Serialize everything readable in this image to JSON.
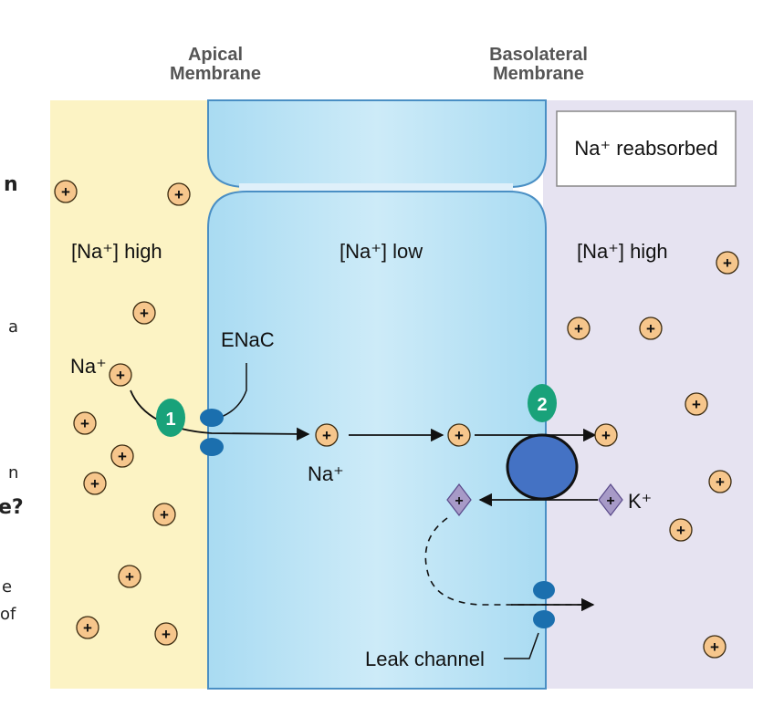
{
  "headers": {
    "apical_line1": "Apical",
    "apical_line2": "Membrane",
    "basolateral_line1": "Basolateral",
    "basolateral_line2": "Membrane"
  },
  "labels": {
    "na_reabsorbed": "Na⁺ reabsorbed",
    "lumen_conc": "[Na⁺] high",
    "cell_conc": "[Na⁺] low",
    "interstitial_conc": "[Na⁺] high",
    "enac": "ENaC",
    "na_lumen": "Na⁺",
    "na_cell": "Na⁺",
    "k_ion": "K⁺",
    "leak_channel": "Leak channel",
    "step1": "1",
    "step2": "2",
    "plus_symbol": "+"
  },
  "cut_off_text": {
    "line_n": "n",
    "line_a": "a",
    "line_n2": "n",
    "line_e": "e?",
    "line_e2": "e",
    "line_of": "of"
  },
  "colors": {
    "lumen_bg": "#fcf3c4",
    "cell_fill": "#bfe6f6",
    "cell_stroke": "#4a8fc4",
    "interstitial_bg": "#e6e3f1",
    "ion_fill": "#f6c68c",
    "k_ion_fill": "#a79ac7",
    "step_marker": "#19a27a",
    "pump": "#4472c4",
    "channel": "#1b6fae"
  }
}
